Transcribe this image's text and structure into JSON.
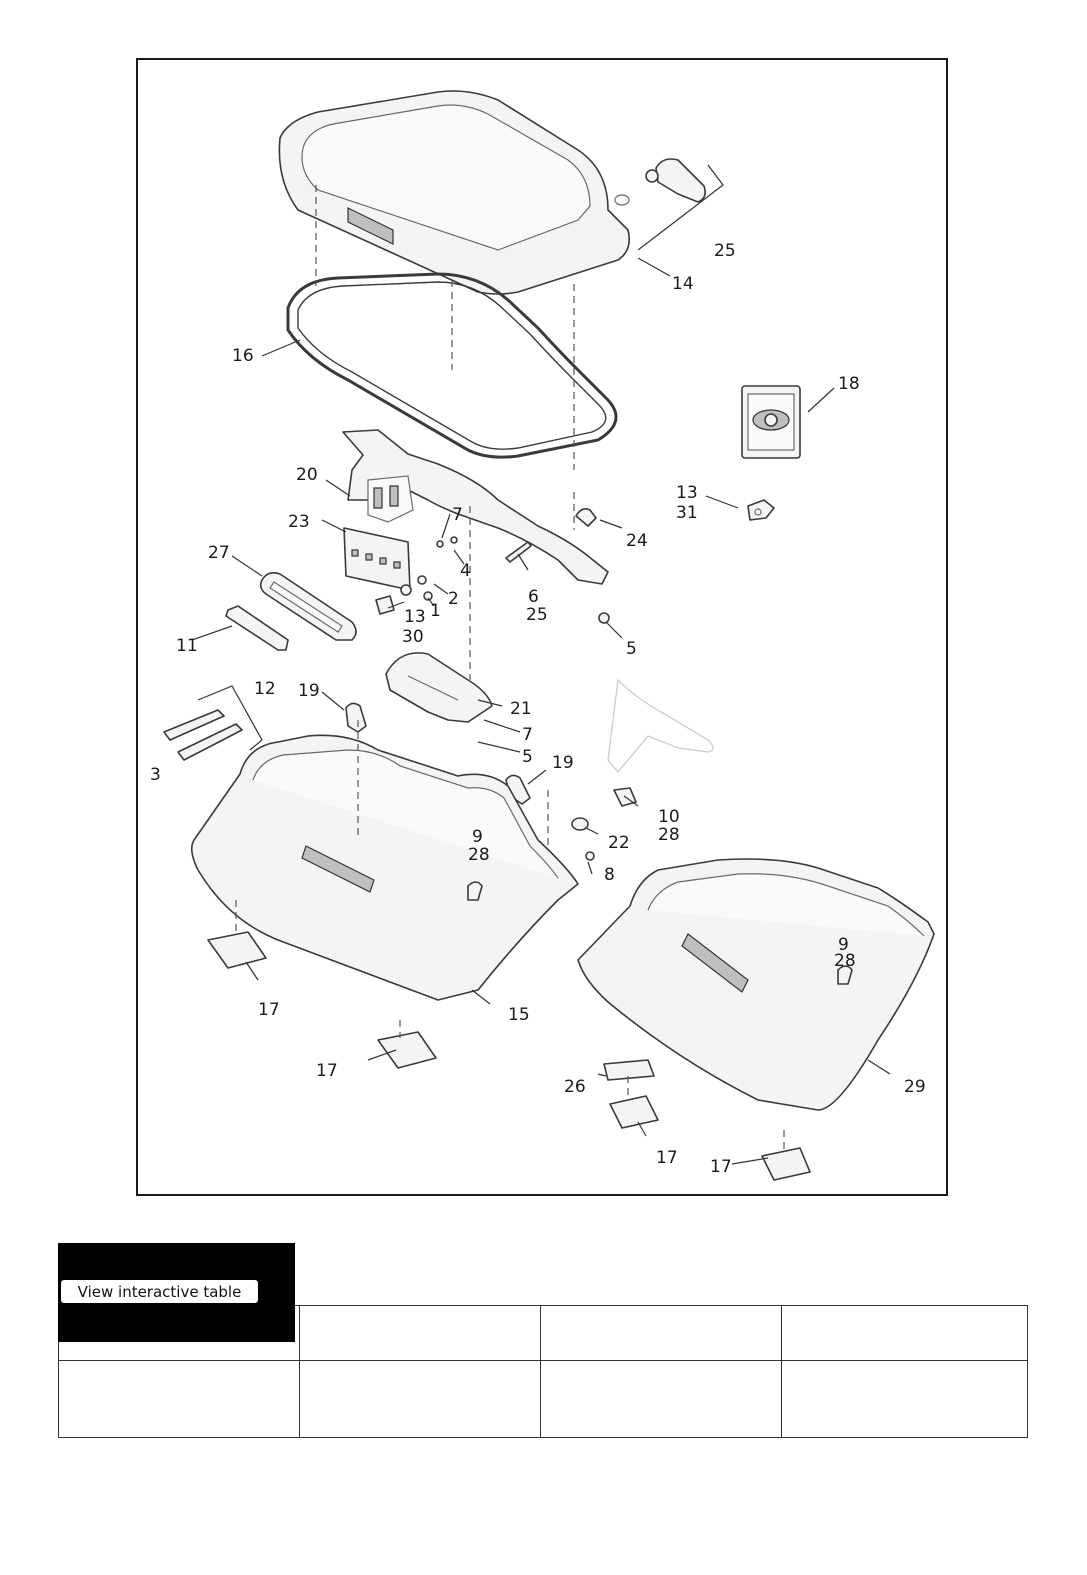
{
  "diagram": {
    "callouts": [
      "25",
      "14",
      "16",
      "18",
      "13",
      "31",
      "20",
      "24",
      "23",
      "7",
      "27",
      "4",
      "2",
      "1",
      "6",
      "25",
      "13",
      "30",
      "5",
      "11",
      "12",
      "21",
      "19",
      "7",
      "3",
      "5",
      "19",
      "10",
      "28",
      "22",
      "9",
      "28",
      "8",
      "9",
      "28",
      "17",
      "15",
      "17",
      "26",
      "29",
      "17",
      "17"
    ]
  },
  "table": {
    "button_label": "View interactive table",
    "header_cells": [
      "",
      "",
      ""
    ],
    "body_cells": [
      "",
      "",
      "",
      ""
    ]
  }
}
